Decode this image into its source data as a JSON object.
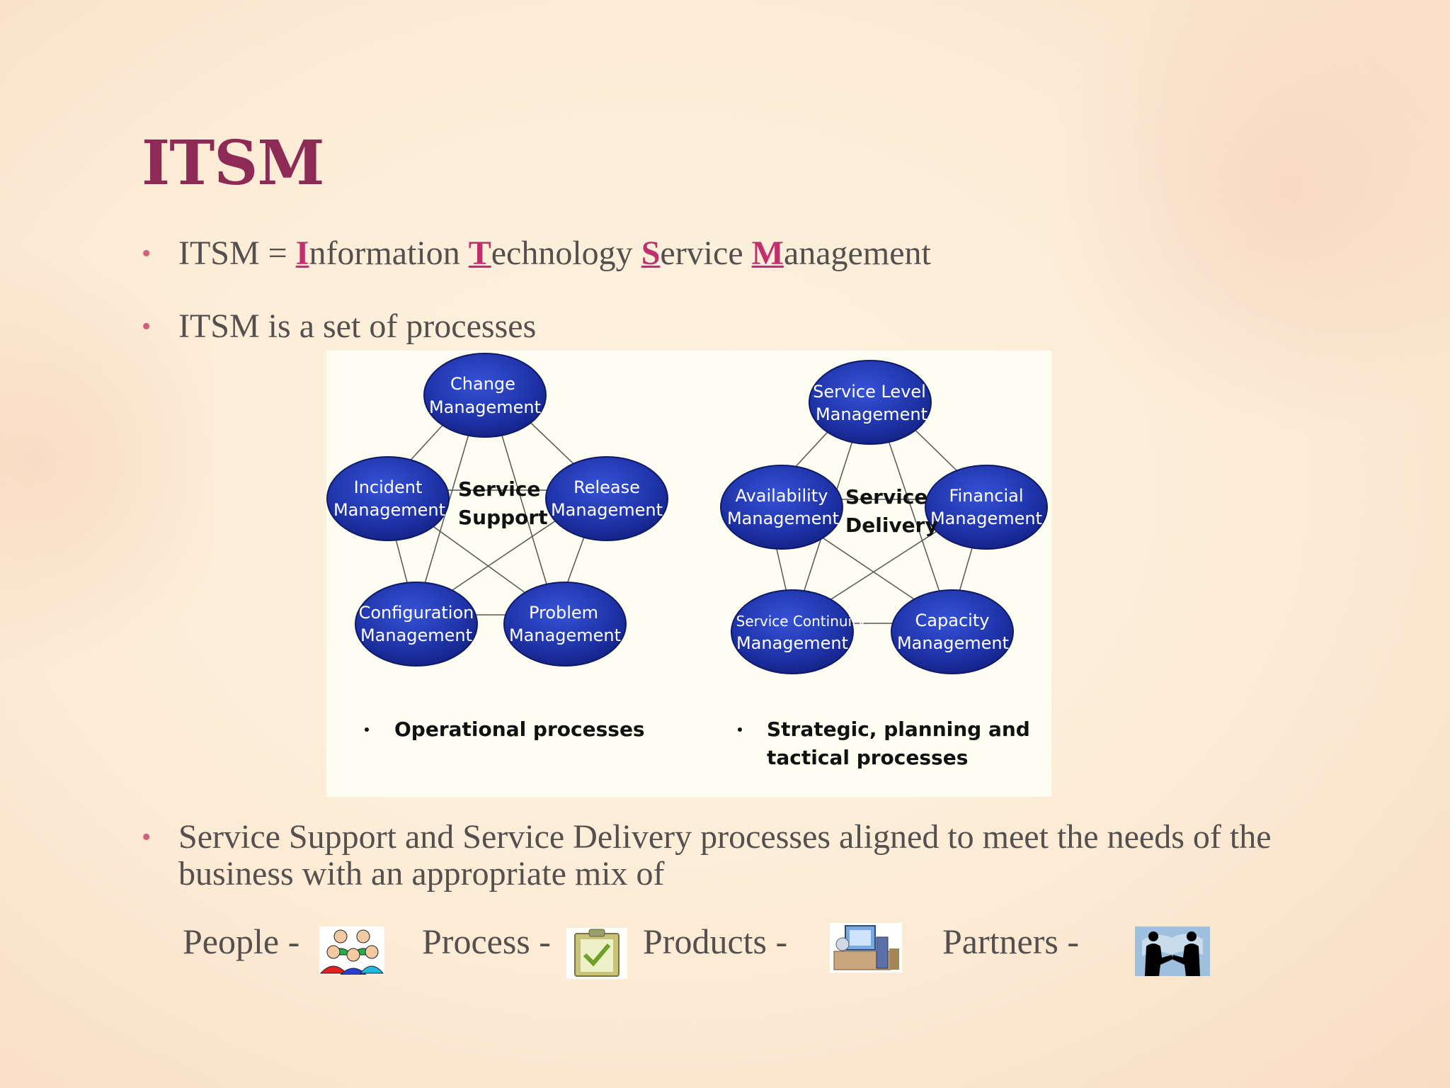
{
  "slide": {
    "title": "ITSM",
    "bullet1": {
      "prefix": "ITSM = ",
      "words": [
        {
          "letter": "I",
          "rest": "nformation "
        },
        {
          "letter": "T",
          "rest": "echnology "
        },
        {
          "letter": "S",
          "rest": "ervice "
        },
        {
          "letter": "M",
          "rest": "anagement"
        }
      ]
    },
    "bullet2": "ITSM is a set of processes",
    "bullet3": "Service Support and Service Delivery processes aligned to meet the needs of the business with an appropriate mix of",
    "bullet_marker": "•",
    "mix": {
      "people": "People -",
      "process": "Process -",
      "products": "Products -",
      "partners": "Partners -"
    },
    "icons": {
      "people": "people-group-icon",
      "process": "clipboard-check-icon",
      "products": "computer-products-icon",
      "partners": "handshake-icon"
    }
  },
  "diagram": {
    "support": {
      "center": [
        "Service",
        "Support"
      ],
      "nodes": {
        "change": [
          "Change",
          "Management"
        ],
        "incident": [
          "Incident",
          "Management"
        ],
        "release": [
          "Release",
          "Management"
        ],
        "configuration": [
          "Configuration",
          "Management"
        ],
        "problem": [
          "Problem",
          "Management"
        ]
      },
      "caption": "Operational processes"
    },
    "delivery": {
      "center": [
        "Service",
        "Delivery"
      ],
      "nodes": {
        "service_level": [
          "Service Level",
          "Management"
        ],
        "availability": [
          "Availability",
          "Management"
        ],
        "financial": [
          "Financial",
          "Management"
        ],
        "continuity": [
          "IT Service Continuity",
          "Management"
        ],
        "capacity": [
          "Capacity",
          "Management"
        ]
      },
      "caption": [
        "Strategic, planning and",
        "tactical processes"
      ]
    },
    "colors": {
      "node_fill": "#1f33a8",
      "node_edge": "#0e1a66",
      "line": "#555555",
      "title": "#8e2a56"
    }
  }
}
